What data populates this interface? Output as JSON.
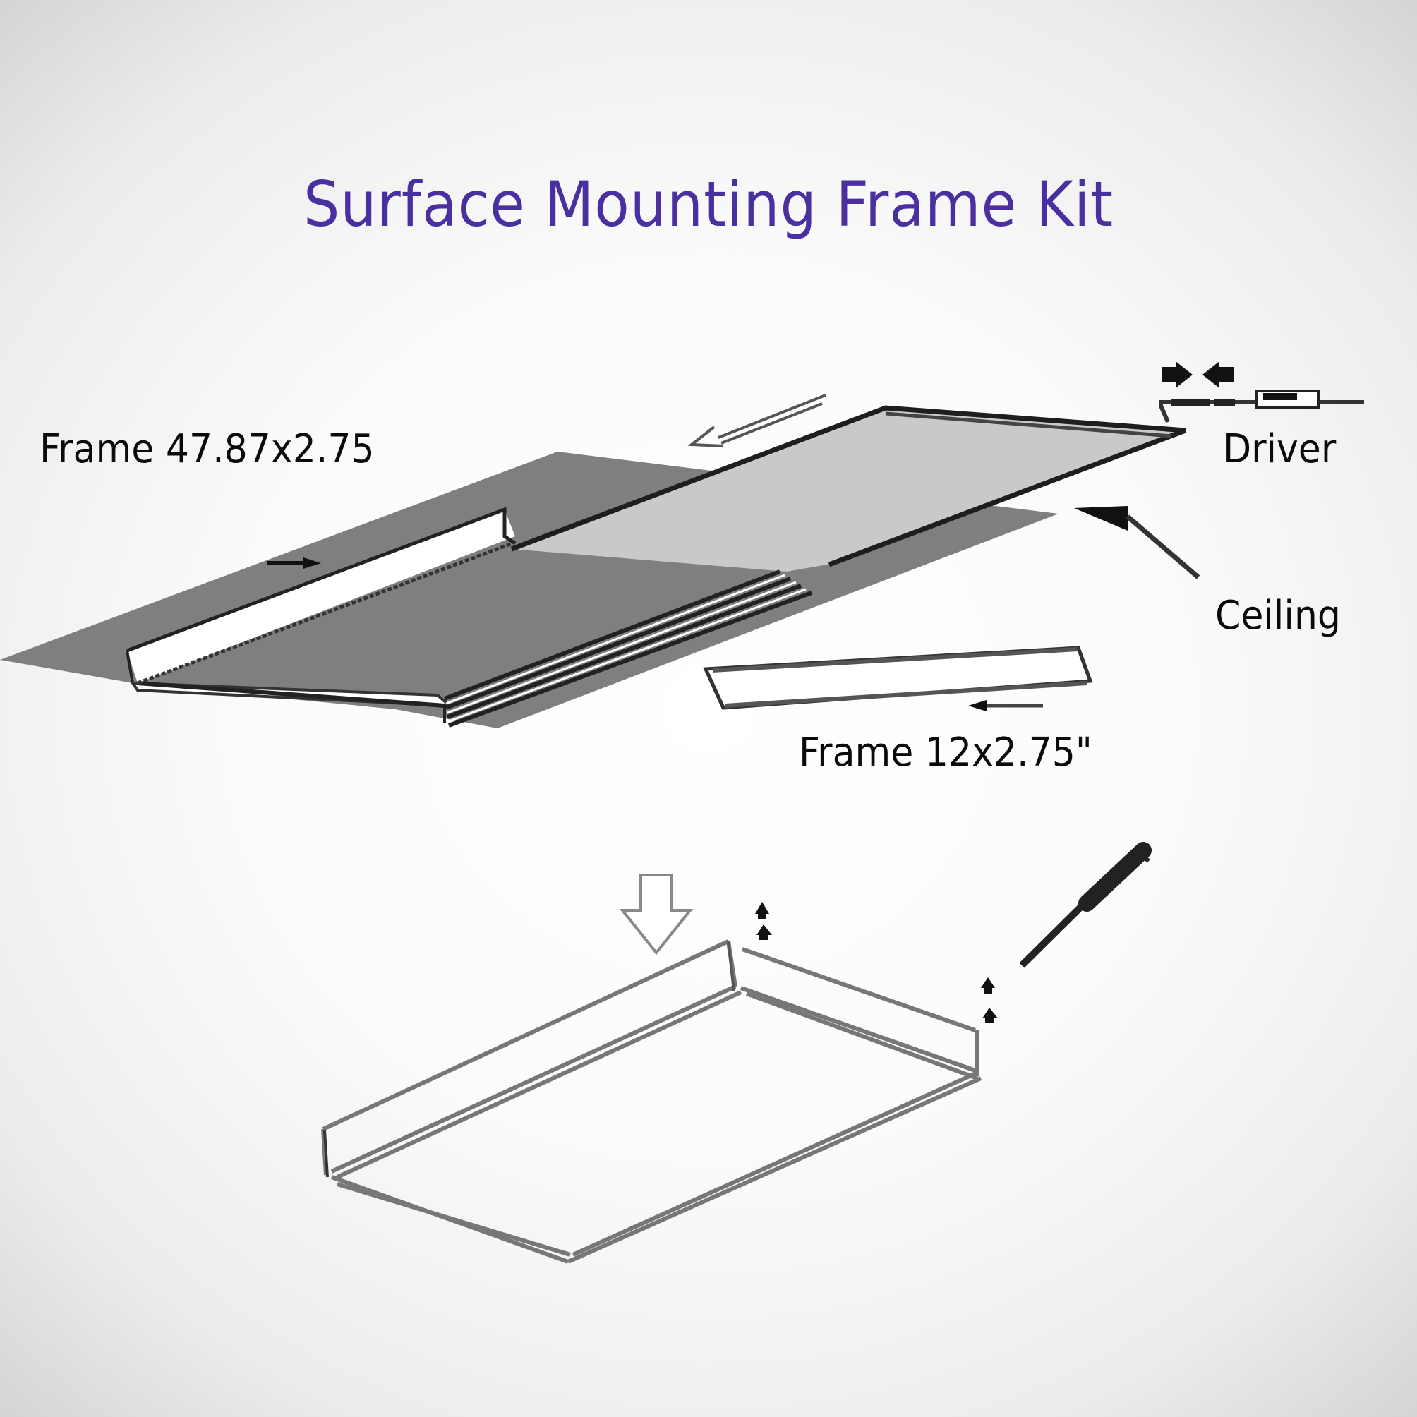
{
  "title": "Surface Mounting Frame Kit",
  "labels": {
    "frame_long": "Frame 47.87x2.75",
    "driver": "Driver",
    "ceiling": "Ceiling",
    "frame_short": "Frame 12x2.75\""
  },
  "figures": {
    "top": "exploded-view-panel-into-frame",
    "bottom": "assembled-frame-with-screws"
  },
  "icons": {
    "slide_arrow_top": "slide-left-arrow-icon",
    "insert_arrow_long": "insert-right-arrow-icon",
    "insert_arrow_short": "insert-left-arrow-icon",
    "ceiling_pointer": "ceiling-pointer-arrow-icon",
    "connector_arrows": "push-together-arrows-icon",
    "down_arrow": "down-arrow-outline-icon",
    "screwdriver": "screwdriver-icon",
    "screws": "screw-icon"
  },
  "colors": {
    "title": "#4a2fa0",
    "label": "#0a0a0a",
    "shadow": "#7f7f7f",
    "panel": "#c9c9c9",
    "line": "#2a2a2a"
  }
}
